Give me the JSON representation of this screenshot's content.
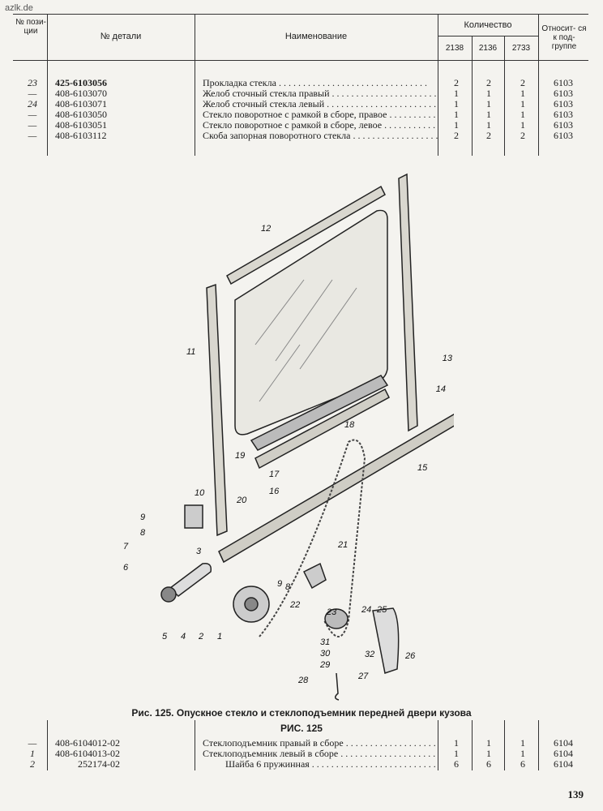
{
  "watermark": "azlk.de",
  "header": {
    "pos_label": "№ пози- ции",
    "part_label": "№ детали",
    "name_label": "Наименование",
    "qty_label": "Количество",
    "qty_cols": [
      "2138",
      "2136",
      "2733"
    ],
    "group_label": "Относит- ся к под- группе"
  },
  "rows_top": [
    {
      "pos": "23",
      "part": "425-6103056",
      "name": "Прокладка стекла",
      "q1": "2",
      "q2": "2",
      "q3": "2",
      "group": "6103"
    },
    {
      "pos": "—",
      "part": "408-6103070",
      "name": "Желоб сточный стекла правый",
      "q1": "1",
      "q2": "1",
      "q3": "1",
      "group": "6103"
    },
    {
      "pos": "24",
      "part": "408-6103071",
      "name": "Желоб сточный стекла левый",
      "q1": "1",
      "q2": "1",
      "q3": "1",
      "group": "6103"
    },
    {
      "pos": "—",
      "part": "408-6103050",
      "name": "Стекло поворотное с рамкой в сборе, правое",
      "q1": "1",
      "q2": "1",
      "q3": "1",
      "group": "6103"
    },
    {
      "pos": "—",
      "part": "408-6103051",
      "name": "Стекло поворотное с рамкой в сборе, левое",
      "q1": "1",
      "q2": "1",
      "q3": "1",
      "group": "6103"
    },
    {
      "pos": "—",
      "part": "408-6103112",
      "name": "Скоба запорная поворотного стекла",
      "q1": "2",
      "q2": "2",
      "q3": "2",
      "group": "6103"
    }
  ],
  "figure": {
    "caption": "Рис. 125. Опускное стекло и стеклоподъемник передней двери кузова",
    "labels": [
      "1",
      "2",
      "3",
      "4",
      "5",
      "6",
      "7",
      "8",
      "9",
      "10",
      "11",
      "12",
      "13",
      "14",
      "15",
      "16",
      "17",
      "18",
      "19",
      "20",
      "21",
      "22",
      "23",
      "24",
      "25",
      "26",
      "27",
      "28",
      "29",
      "30",
      "31",
      "32"
    ]
  },
  "section_title": "РИС. 125",
  "rows_bottom": [
    {
      "pos": "—",
      "part": "408-6104012-02",
      "name": "Стеклоподъемник правый в сборе",
      "q1": "1",
      "q2": "1",
      "q3": "1",
      "group": "6104"
    },
    {
      "pos": "1",
      "part": "408-6104013-02",
      "name": "Стеклоподъемник левый в сборе",
      "q1": "1",
      "q2": "1",
      "q3": "1",
      "group": "6104"
    },
    {
      "pos": "2",
      "part": "252174-02",
      "name": "Шайба 6 пружинная",
      "q1": "6",
      "q2": "6",
      "q3": "6",
      "group": "6104"
    }
  ],
  "page_number": "139"
}
